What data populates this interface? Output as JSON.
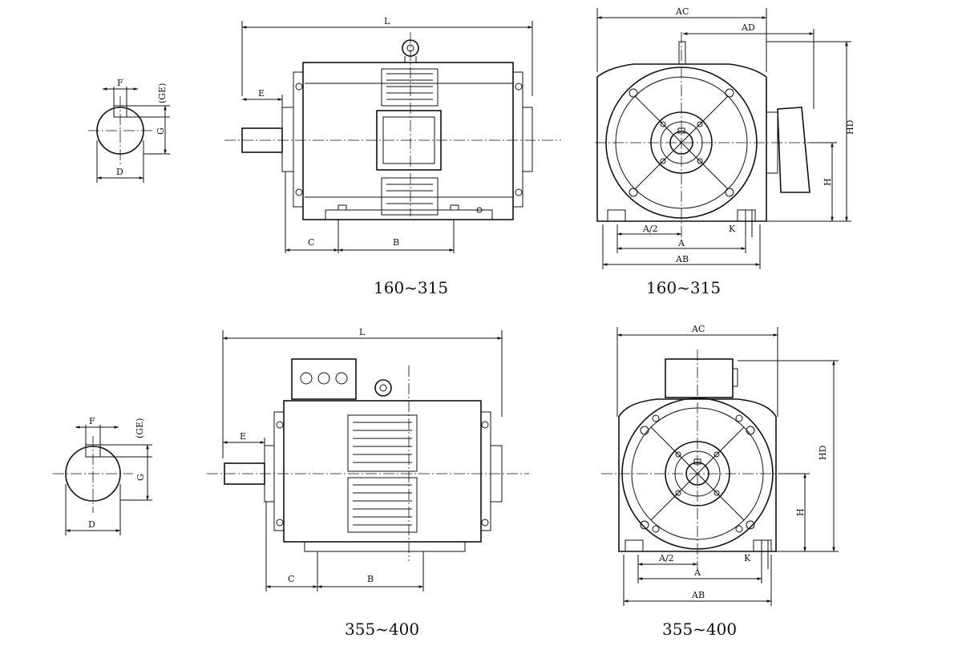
{
  "upper": {
    "shaft": {
      "F": "F",
      "GE": "(GE)",
      "G": "G",
      "D": "D"
    },
    "side": {
      "L": "L",
      "E": "E",
      "C": "C",
      "B": "B",
      "caption": "160~315"
    },
    "front": {
      "AC": "AC",
      "AD": "AD",
      "HD": "HD",
      "H": "H",
      "A2": "A/2",
      "A": "A",
      "K": "K",
      "AB": "AB",
      "caption": "160~315"
    }
  },
  "lower": {
    "shaft": {
      "F": "F",
      "GE": "(GE)",
      "G": "G",
      "D": "D"
    },
    "side": {
      "L": "L",
      "E": "E",
      "C": "C",
      "B": "B",
      "caption": "355~400"
    },
    "front": {
      "AC": "AC",
      "HD": "HD",
      "H": "H",
      "A2": "A/2",
      "A": "A",
      "K": "K",
      "AB": "AB",
      "caption": "355~400"
    }
  }
}
